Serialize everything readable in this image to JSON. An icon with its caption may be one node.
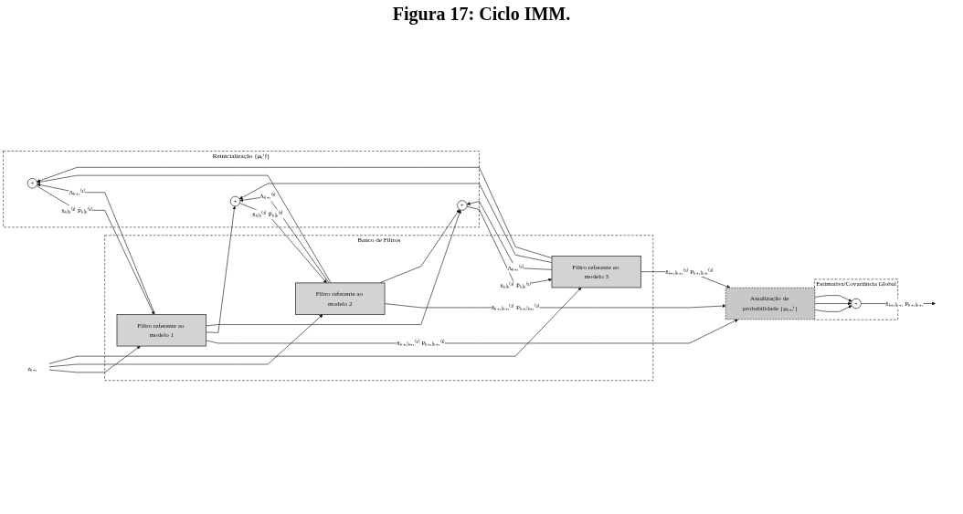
{
  "diagram": {
    "title": "Figura 17: Ciclo IMM.",
    "nodes": [
      {
        "text": [
          "Reinicialização {μₖⁱ|ʲ}"
        ]
      },
      {
        "text": [
          "+"
        ],
        "in": 0
      },
      {
        "text": [
          "+"
        ],
        "in": 0
      },
      {
        "text": [
          "+"
        ],
        "in": 0
      },
      {
        "text": [
          "Banco de Filtros"
        ]
      },
      {
        "text": [
          "Filtro referente ao modelo 1"
        ],
        "in": 4
      },
      {
        "text": [
          "Filtro referente ao modelo 2"
        ],
        "in": 4
      },
      {
        "text": [
          "Filtro referente ao modelo 3"
        ],
        "in": 4
      },
      {
        "text": [
          "Atualização de probabilidade {μₖ₊₁ⁱ}"
        ]
      },
      {
        "text": [
          "Estimativa/Covariância Global"
        ]
      },
      {
        "text": [
          "+"
        ],
        "in": 9
      },
      {
        "text": [
          "zₖ₊₁"
        ]
      }
    ],
    "edges": [
      {
        "from": 11,
        "to": 5,
        "arrow": "to"
      },
      {
        "from": 11,
        "to": 6,
        "arrow": "to"
      },
      {
        "from": 11,
        "to": 7,
        "arrow": "to"
      },
      {
        "from": 1,
        "to": 5,
        "arrow": "to",
        "label": "x̄ₖ|ₖ⁽¹⁾ P̄ₖ|ₖ⁽¹⁾"
      },
      {
        "from": 2,
        "to": 6,
        "arrow": "to",
        "label": "x̄ₖ|ₖ⁽²⁾ P̄ₖ|ₖ⁽²⁾"
      },
      {
        "from": 3,
        "to": 7,
        "arrow": "to",
        "label": "x̄ₖ|ₖ⁽³⁾ P̄ₖ|ₖ⁽³⁾"
      },
      {
        "from": 5,
        "to": 8,
        "arrow": "to",
        "label": "x̂ₖ₊₁|ₖ₊₁⁽¹⁾ Pₖ₊₁|ₖ₊₁⁽¹⁾"
      },
      {
        "from": 6,
        "to": 8,
        "arrow": "to",
        "label": "x̂ₖ₊₁|ₖ₊₁⁽²⁾ Pₖ₊₁|ₖ₊₁⁽²⁾"
      },
      {
        "from": 7,
        "to": 8,
        "arrow": "to",
        "label": "x̂ₖ₊₁|ₖ₊₁⁽³⁾ Pₖ₊₁|ₖ₊₁⁽³⁾"
      },
      {
        "from": 5,
        "to": 1,
        "arrow": "to",
        "label": "Λₖ₊₁⁽¹⁾"
      },
      {
        "from": 5,
        "to": 2,
        "arrow": "to"
      },
      {
        "from": 5,
        "to": 3,
        "arrow": "to"
      },
      {
        "from": 6,
        "to": 1,
        "arrow": "to"
      },
      {
        "from": 6,
        "to": 2,
        "arrow": "to",
        "label": "Λₖ₊₁⁽²⁾"
      },
      {
        "from": 6,
        "to": 3,
        "arrow": "to"
      },
      {
        "from": 7,
        "to": 1,
        "arrow": "to"
      },
      {
        "from": 7,
        "to": 2,
        "arrow": "to"
      },
      {
        "from": 7,
        "to": 3,
        "arrow": "to",
        "label": "Λₖ₊₁⁽³⁾"
      },
      {
        "from": 8,
        "to": 10,
        "arrow": "to"
      },
      {
        "from": 8,
        "to": 10,
        "arrow": "to"
      },
      {
        "from": 8,
        "to": 10,
        "arrow": "to"
      },
      {
        "from": 10,
        "to": null,
        "arrow": "to",
        "label": "x̂ₖ₊₁|ₖ₊₁ Pₖ₊₁|ₖ₊₁"
      }
    ]
  }
}
